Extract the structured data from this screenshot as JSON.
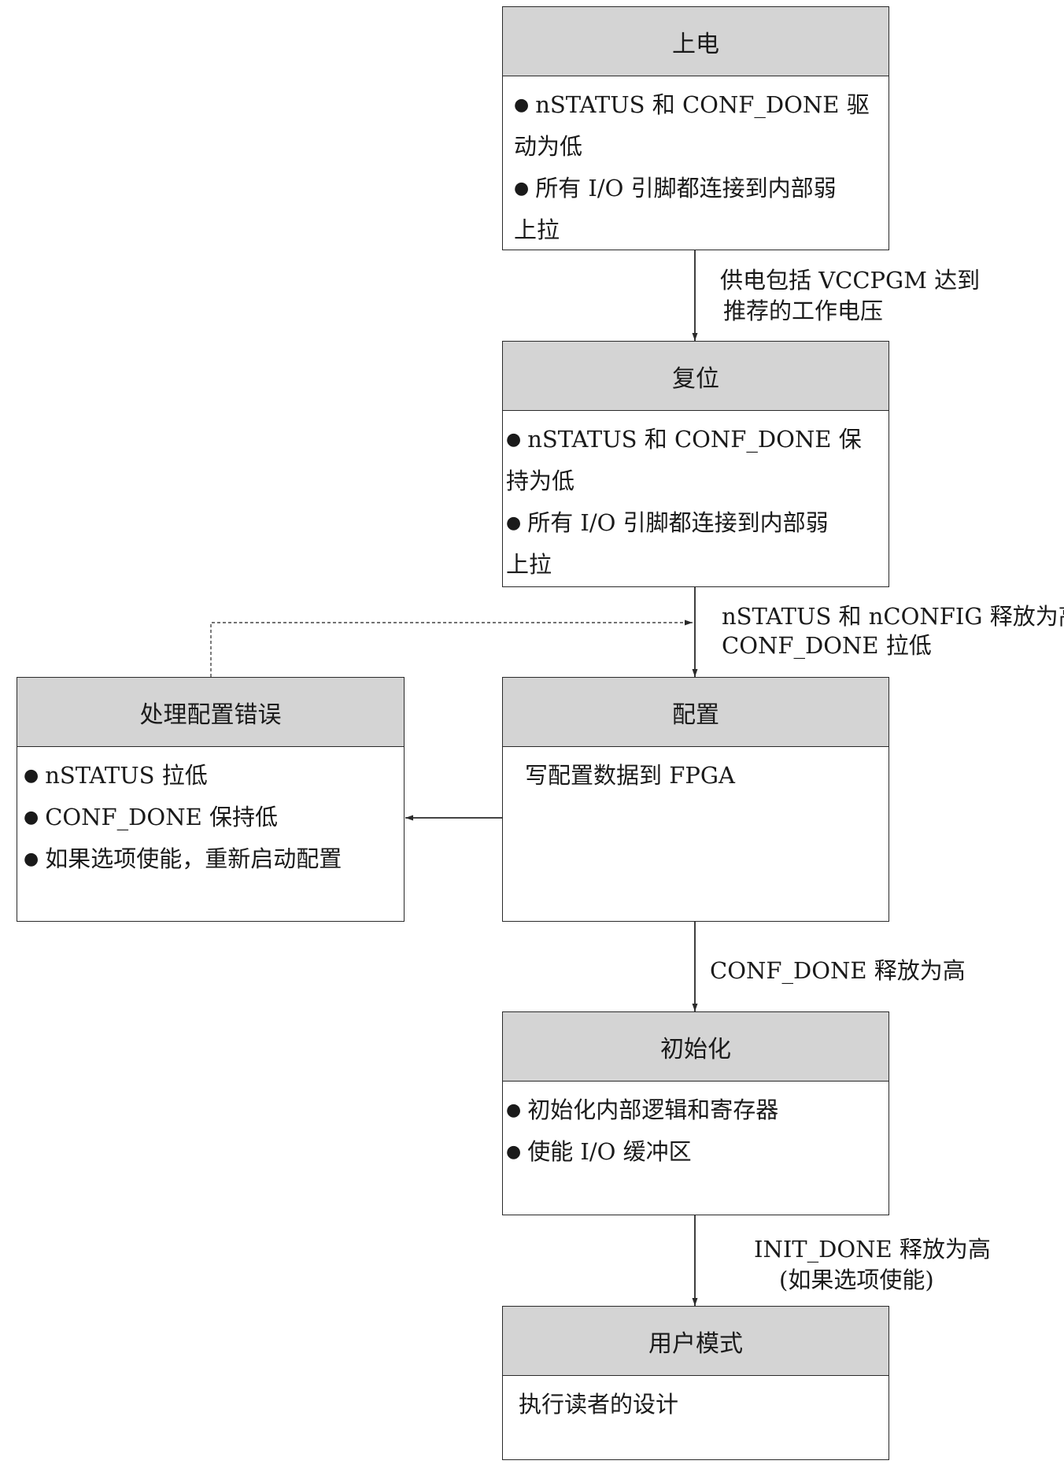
{
  "nodes": {
    "power_on": {
      "title": "上电",
      "lines": [
        "nSTATUS 和 CONF_DONE 驱",
        "动为低",
        "所有 I/O 引脚都连接到内部弱",
        "上拉"
      ],
      "bullets": [
        true,
        false,
        true,
        false
      ]
    },
    "reset": {
      "title": "复位",
      "lines": [
        "nSTATUS 和 CONF_DONE 保",
        "持为低",
        "所有 I/O 引脚都连接到内部弱",
        "上拉"
      ],
      "bullets": [
        true,
        false,
        true,
        false
      ]
    },
    "config": {
      "title": "配置",
      "lines": [
        "写配置数据到 FPGA"
      ],
      "bullets": [
        false
      ]
    },
    "error": {
      "title": "处理配置错误",
      "lines": [
        "nSTATUS 拉低",
        "CONF_DONE 保持低",
        "如果选项使能，重新启动配置"
      ],
      "bullets": [
        true,
        true,
        true
      ]
    },
    "init": {
      "title": "初始化",
      "lines": [
        "初始化内部逻辑和寄存器",
        "使能 I/O 缓冲区"
      ],
      "bullets": [
        true,
        true
      ]
    },
    "user_mode": {
      "title": "用户模式",
      "lines": [
        "执行读者的设计"
      ],
      "bullets": [
        false
      ]
    }
  },
  "edges": {
    "power_to_reset": [
      "供电包括 VCCPGM 达到",
      "推荐的工作电压"
    ],
    "reset_to_config": [
      "nSTATUS 和 nCONFIG 释放为高",
      "CONF_DONE 拉低"
    ],
    "config_to_init": [
      "CONF_DONE 释放为高"
    ],
    "init_to_user": [
      "INIT_DONE 释放为高",
      "(如果选项使能)"
    ]
  },
  "bullet_glyph": "●",
  "colors": {
    "header_fill": "#d4d4d4",
    "stroke": "#2a2a2a"
  }
}
